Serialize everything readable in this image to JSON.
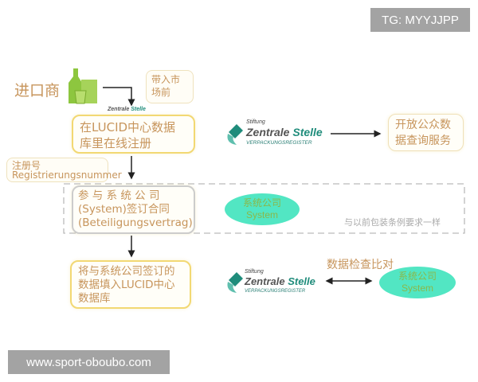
{
  "watermarks": {
    "top_right": "TG: MYYJJPP",
    "bottom_left": "www.sport-oboubo.com"
  },
  "importer": {
    "label": "进口商"
  },
  "callouts": {
    "market": "带入市场前",
    "reg_cn": "注册号",
    "reg_de": "Registrierungsnummer"
  },
  "steps": {
    "register": "在LUCID中心数据库里在线注册",
    "contract_line1": "参 与 系 统 公 司",
    "contract_line2": "(System)签订合同",
    "contract_line3": "(Beteiligungsvertrag)",
    "fill_data": "将与系统公司签订的数据填入LUCID中心数据库"
  },
  "logo": {
    "stiftung": "Stiftung",
    "name1": "Zentrale",
    "name2": "Stelle",
    "register": "VERPACKUNGSREGISTER"
  },
  "public_query": "开放公众数据查询服务",
  "system": {
    "cn": "系统公司",
    "en": "System"
  },
  "same_as_before": "与以前包装条例要求一样",
  "data_check": "数据检查比对",
  "colors": {
    "text": "#c7955c",
    "box_border": "#f2d873",
    "ellipse": "#52e6c3",
    "teal": "#1f8c7b"
  }
}
